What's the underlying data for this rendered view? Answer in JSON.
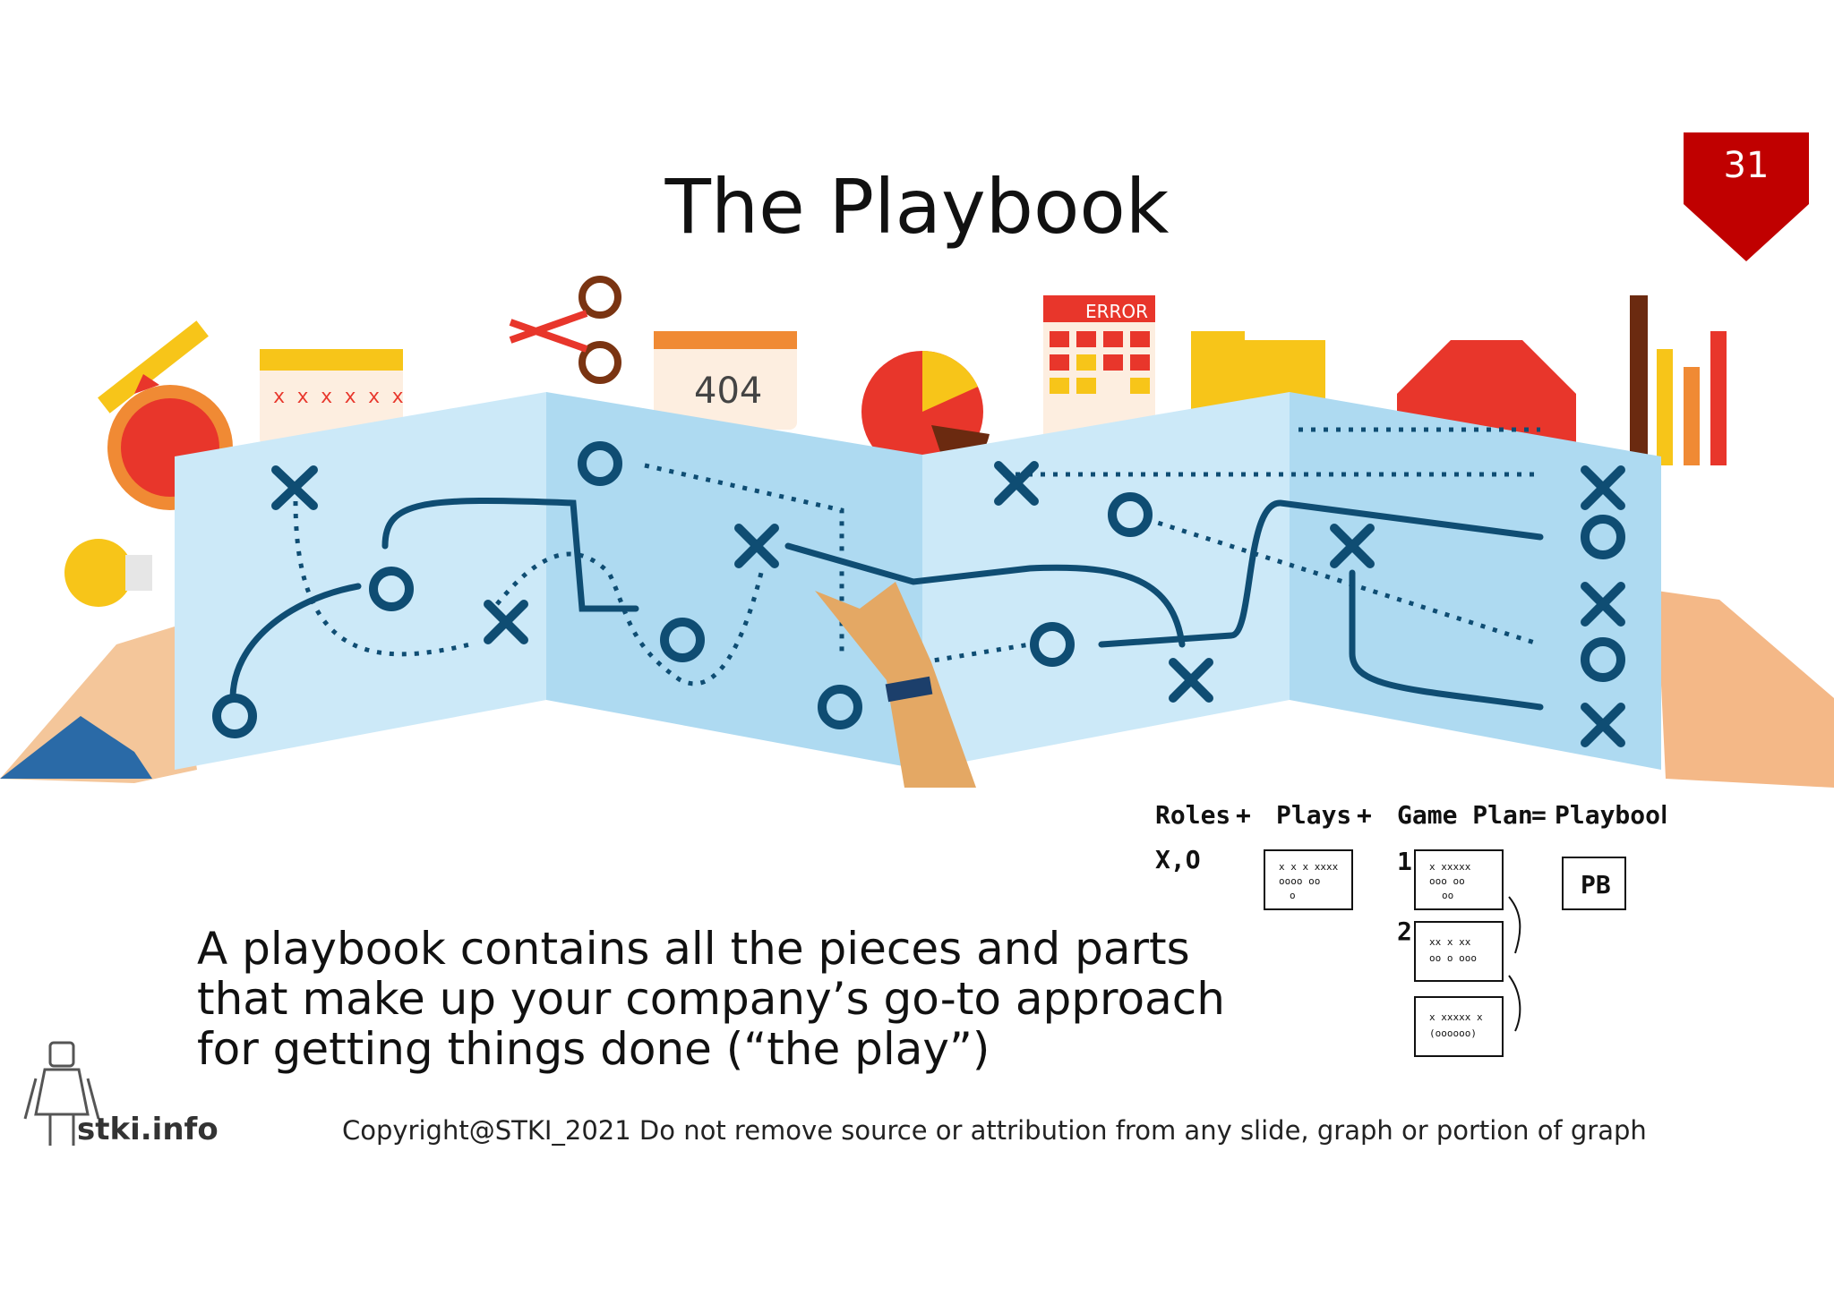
{
  "slide": {
    "title": "The Playbook",
    "page_number": "31",
    "badge_color": "#c00000",
    "body_lines": [
      "A playbook contains all the pieces and parts",
      "that make up your company’s go-to approach",
      "for getting things done (“the play”)"
    ],
    "formula": {
      "roles": "Roles",
      "plus1": "+",
      "plays": "Plays",
      "plus2": "+",
      "game_plan": "Game Plan",
      "equals": "=",
      "playbook": "Playbook",
      "roles_symbols": "X,O",
      "step1": "1",
      "step2": "2",
      "pb": "PB"
    },
    "logo_text": "stki.info",
    "copyright": "Copyright@STKI_2021 Do not remove source or attribution from any slide, graph or portion of graph"
  },
  "illustration": {
    "error_label": "ERROR",
    "page_404": "404",
    "colors": {
      "map": "#bde3f5",
      "stroke": "#0f4d73",
      "accent_red": "#e8362b",
      "accent_yellow": "#f7c519",
      "skin": "#e4a864"
    }
  }
}
